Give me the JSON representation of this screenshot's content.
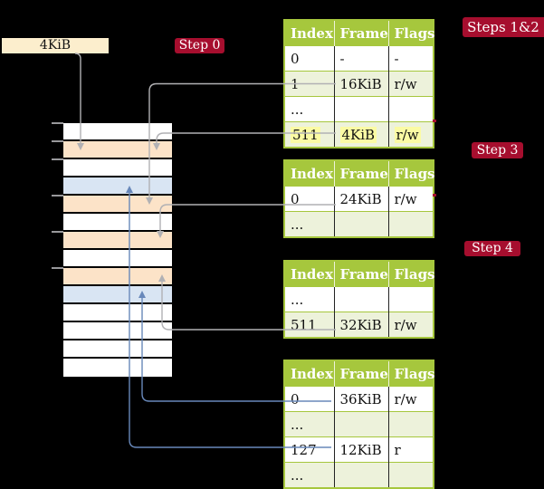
{
  "page_size_box": {
    "label": "4KiB"
  },
  "badges": {
    "step0": "Step 0",
    "steps12": "Steps 1&2",
    "step3": "Step 3",
    "step4": "Step 4"
  },
  "memory_stack": {
    "rows": [
      "white",
      "orange",
      "white",
      "blue",
      "orange",
      "white",
      "orange",
      "white",
      "orange",
      "blue",
      "white",
      "white",
      "white",
      "white"
    ]
  },
  "tables": [
    {
      "name": "page-table-level-1",
      "headers": [
        "Index",
        "Frame",
        "Flags"
      ],
      "rows": [
        {
          "cells": [
            "0",
            "-",
            "-"
          ]
        },
        {
          "cells": [
            "1",
            "16KiB",
            "r/w"
          ]
        },
        {
          "cells": [
            "...",
            "",
            ""
          ]
        },
        {
          "cells": [
            "511",
            "4KiB",
            "r/w"
          ],
          "highlighted": true
        }
      ]
    },
    {
      "name": "page-table-level-2",
      "headers": [
        "Index",
        "Frame",
        "Flags"
      ],
      "rows": [
        {
          "cells": [
            "0",
            "24KiB",
            "r/w"
          ]
        },
        {
          "cells": [
            "...",
            "",
            ""
          ]
        }
      ]
    },
    {
      "name": "page-table-level-3",
      "headers": [
        "Index",
        "Frame",
        "Flags"
      ],
      "rows": [
        {
          "cells": [
            "...",
            "",
            ""
          ]
        },
        {
          "cells": [
            "511",
            "32KiB",
            "r/w"
          ]
        }
      ]
    },
    {
      "name": "page-table-level-4",
      "headers": [
        "Index",
        "Frame",
        "Flags"
      ],
      "rows": [
        {
          "cells": [
            "0",
            "36KiB",
            "r/w"
          ]
        },
        {
          "cells": [
            "...",
            "",
            ""
          ]
        },
        {
          "cells": [
            "127",
            "12KiB",
            "r"
          ]
        },
        {
          "cells": [
            "...",
            "",
            ""
          ]
        }
      ]
    }
  ],
  "colors": {
    "background": "#000000",
    "badge_red": "#a60e2e",
    "table_green": "#a6c73d",
    "table_row_shaded": "#edf2db",
    "highlight_yellow": "#fbfba4",
    "frame_white": "#ffffff",
    "frame_orange": "#fce3c8",
    "frame_blue": "#d9e5f3",
    "page_size_box_cream": "#fceecd",
    "gray_wire": "#b1b1b4",
    "blue_wire": "#6888ba"
  }
}
